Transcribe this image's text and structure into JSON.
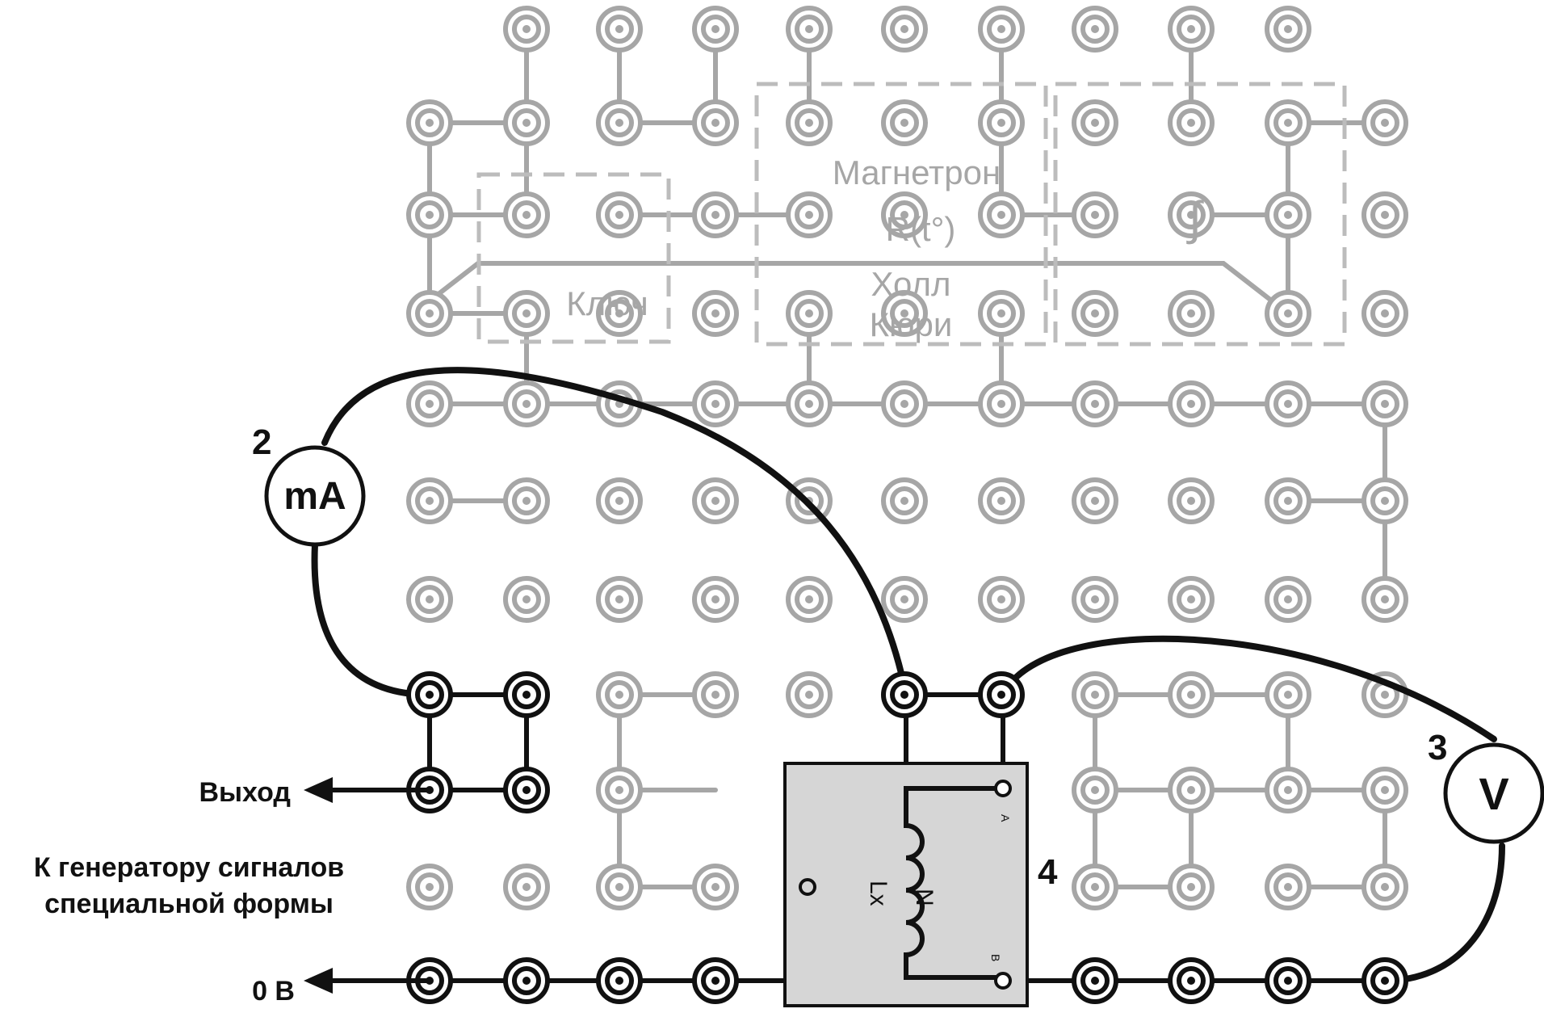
{
  "diagram": {
    "colors": {
      "background": "#ffffff",
      "grid": "#a6a6a6",
      "active": "#111111",
      "component_fill": "#d6d6d6"
    },
    "region_labels": {
      "magnetron": "Магнетрон",
      "r_t": "R(t°)",
      "integrator": "∫",
      "key": "Ключ",
      "hall": "Холл",
      "curie": "Кюри"
    },
    "meters": {
      "milliammeter": {
        "number": "2",
        "symbol": "mA"
      },
      "voltmeter": {
        "number": "3",
        "symbol": "V"
      }
    },
    "component": {
      "number": "4",
      "winding": "N",
      "inductance": "Lx",
      "pin_a": "A",
      "pin_b": "B"
    },
    "side_labels": {
      "output": "Выход",
      "generator_line1": "К генератору сигналов",
      "generator_line2": "специальной формы",
      "zero": "0 В"
    }
  }
}
